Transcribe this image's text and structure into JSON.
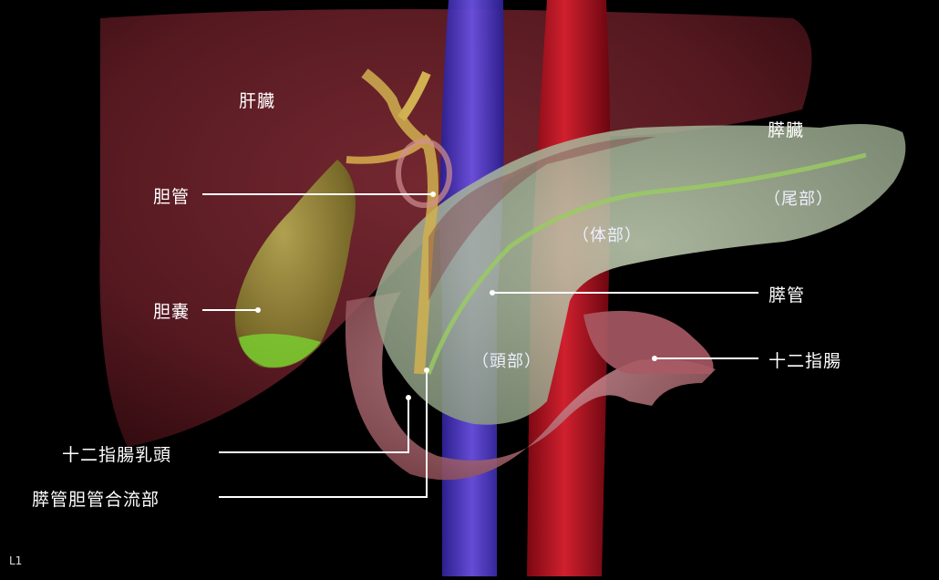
{
  "labels": {
    "liver": "肝臓",
    "pancreas": "膵臓",
    "bile_duct": "胆管",
    "tail": "（尾部）",
    "body": "（体部）",
    "gallbladder": "胆嚢",
    "pancreatic_duct": "膵管",
    "head": "（頭部）",
    "duodenum": "十二指腸",
    "papilla": "十二指腸乳頭",
    "junction": "膵管胆管合流部"
  },
  "corner_label": "L1",
  "colors": {
    "background": "#000000",
    "liver": "#5a1a22",
    "pancreas": "#a8b89a",
    "gallbladder": "#8a7a3a",
    "vena_cava": "#4a3cc8",
    "aorta": "#b01020",
    "duodenum": "#b87a80",
    "label_text": "#ffffff"
  }
}
